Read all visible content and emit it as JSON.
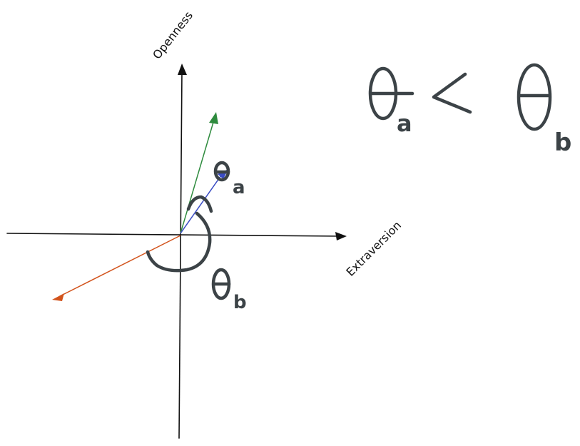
{
  "axes": {
    "x_label": "Extraversion",
    "y_label": "Openness"
  },
  "angles": {
    "a_subscript": "a",
    "b_subscript": "b",
    "relation_symbol": "<",
    "rhs_subscript": "b",
    "lhs_subscript": "a"
  },
  "colors": {
    "vector_a_long": "#2e8b3e",
    "vector_a_short": "#3a4cc4",
    "vector_b": "#d2531c",
    "ink": "#3c4347"
  },
  "icons": [
    "arrow-head-icon"
  ]
}
